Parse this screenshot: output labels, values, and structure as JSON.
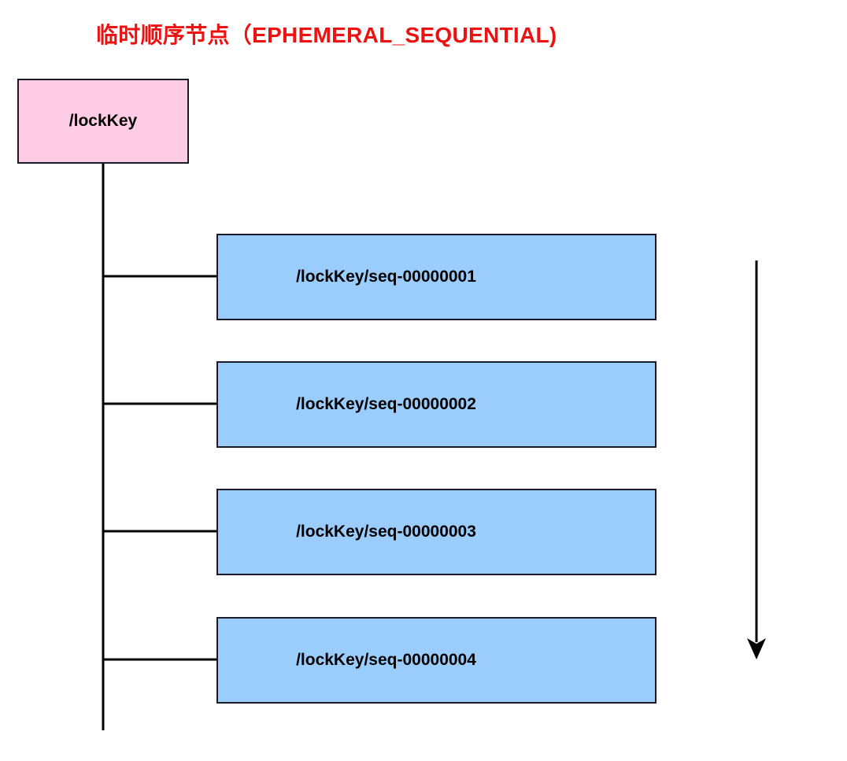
{
  "diagram": {
    "title": "临时顺序节点（EPHEMERAL_SEQUENTIAL)",
    "title_color": "#ee1111",
    "background_color": "#ffffff",
    "root": {
      "label": "/lockKey",
      "fill_color": "#ffcce5",
      "border_color": "#1b1b28"
    },
    "children": [
      {
        "label": "/lockKey/seq-00000001",
        "fill_color": "#9acdfc",
        "border_color": "#1b1b28"
      },
      {
        "label": "/lockKey/seq-00000002",
        "fill_color": "#9acdfc",
        "border_color": "#1b1b28"
      },
      {
        "label": "/lockKey/seq-00000003",
        "fill_color": "#9acdfc",
        "border_color": "#1b1b28"
      },
      {
        "label": "/lockKey/seq-00000004",
        "fill_color": "#9acdfc",
        "border_color": "#1b1b28"
      }
    ],
    "order_arrow": {
      "direction": "down",
      "color": "#000000",
      "label": ""
    },
    "connector_color": "#000000"
  }
}
